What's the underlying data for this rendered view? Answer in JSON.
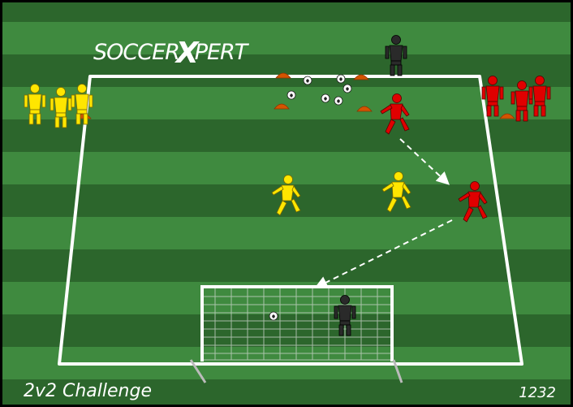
{
  "logo": {
    "part1": "SOCCER",
    "part2": "X",
    "part3": "PERT"
  },
  "caption": "2v2 Challenge",
  "drill_number": "1232",
  "colors": {
    "grass_dark": "#2c662c",
    "grass_light": "#3f8a3f",
    "lines": "#ffffff",
    "team_yellow": "#ffe600",
    "team_red": "#e00000",
    "goalkeeper": "#2a2a2a",
    "cone": "#d35400"
  },
  "icons": [
    "player-figure-icon",
    "soccer-ball-icon",
    "cone-icon",
    "goal-icon",
    "pass-arrow-icon"
  ]
}
